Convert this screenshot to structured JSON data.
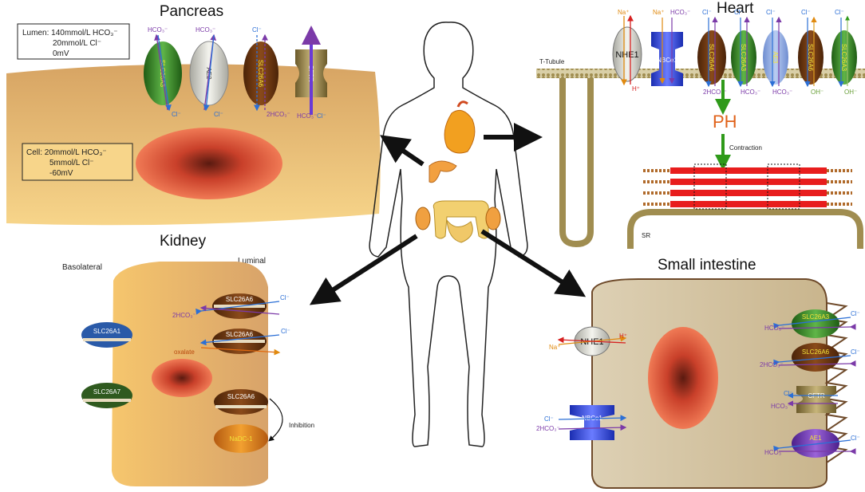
{
  "titles": {
    "pancreas": "Pancreas",
    "heart": "Heart",
    "kidney": "Kidney",
    "small_intestine": "Small intestine"
  },
  "pancreas": {
    "lumen_box": [
      "Lumen: 140mmol/L HCO₃⁻",
      "20mmol/L Cl⁻",
      "0mV"
    ],
    "cell_box": [
      "Cell: 20mmol/L HCO₃⁻",
      "5mmol/L Cl⁻",
      "-60mV"
    ],
    "transporters": [
      "SLC26A3",
      "AE2",
      "SLC26A6",
      "CFTR"
    ],
    "ion_labels": {
      "hco3": "HCO₃⁻",
      "cl": "Cl⁻",
      "two_hco3": "2HCO₃⁻"
    }
  },
  "heart": {
    "t_tubule": "T-Tubule",
    "transporters": [
      "NHE1",
      "NBCe1",
      "SLC26A6",
      "SLC26A3",
      "AE3",
      "SLC26A6",
      "SLC26A3"
    ],
    "ions": {
      "na": "Na⁺",
      "h": "H⁺",
      "hco3": "HCO₃⁻",
      "cl": "Cl⁻",
      "two_hco3": "2HCO₃⁻",
      "oh": "OH⁻"
    },
    "ph": "PH",
    "contraction": "Contraction",
    "sr": "SR"
  },
  "kidney": {
    "basolateral": "Basolateral",
    "luminal": "Luminal",
    "transporters": [
      "SLC26A6",
      "SLC26A6",
      "SLC26A1",
      "SLC26A7",
      "SLC26A6",
      "NaDC-1"
    ],
    "ions": {
      "cl": "Cl⁻",
      "two_hco3": "2HCO₃⁻",
      "oxalate": "oxalate"
    },
    "inhibition": "Inhibition"
  },
  "intestine": {
    "transporters": [
      "NHE1",
      "NBCe1",
      "SLC26A3",
      "SLC26A6",
      "CFTR",
      "AE1"
    ],
    "ions": {
      "na": "Na⁺",
      "h": "H⁺",
      "cl": "Cl⁻",
      "hco3": "HCO₃⁻",
      "two_hco3": "2HCO₃⁻"
    }
  },
  "colors": {
    "cell_tan": "#e8c27e",
    "nucleus": "#ef6a4b",
    "arrow_dark": "#111111",
    "green_arrow": "#2f9a1a",
    "ph_orange": "#e0621a",
    "hco3_purple": "#7b3aa8",
    "cl_blue": "#2b6fd6"
  }
}
